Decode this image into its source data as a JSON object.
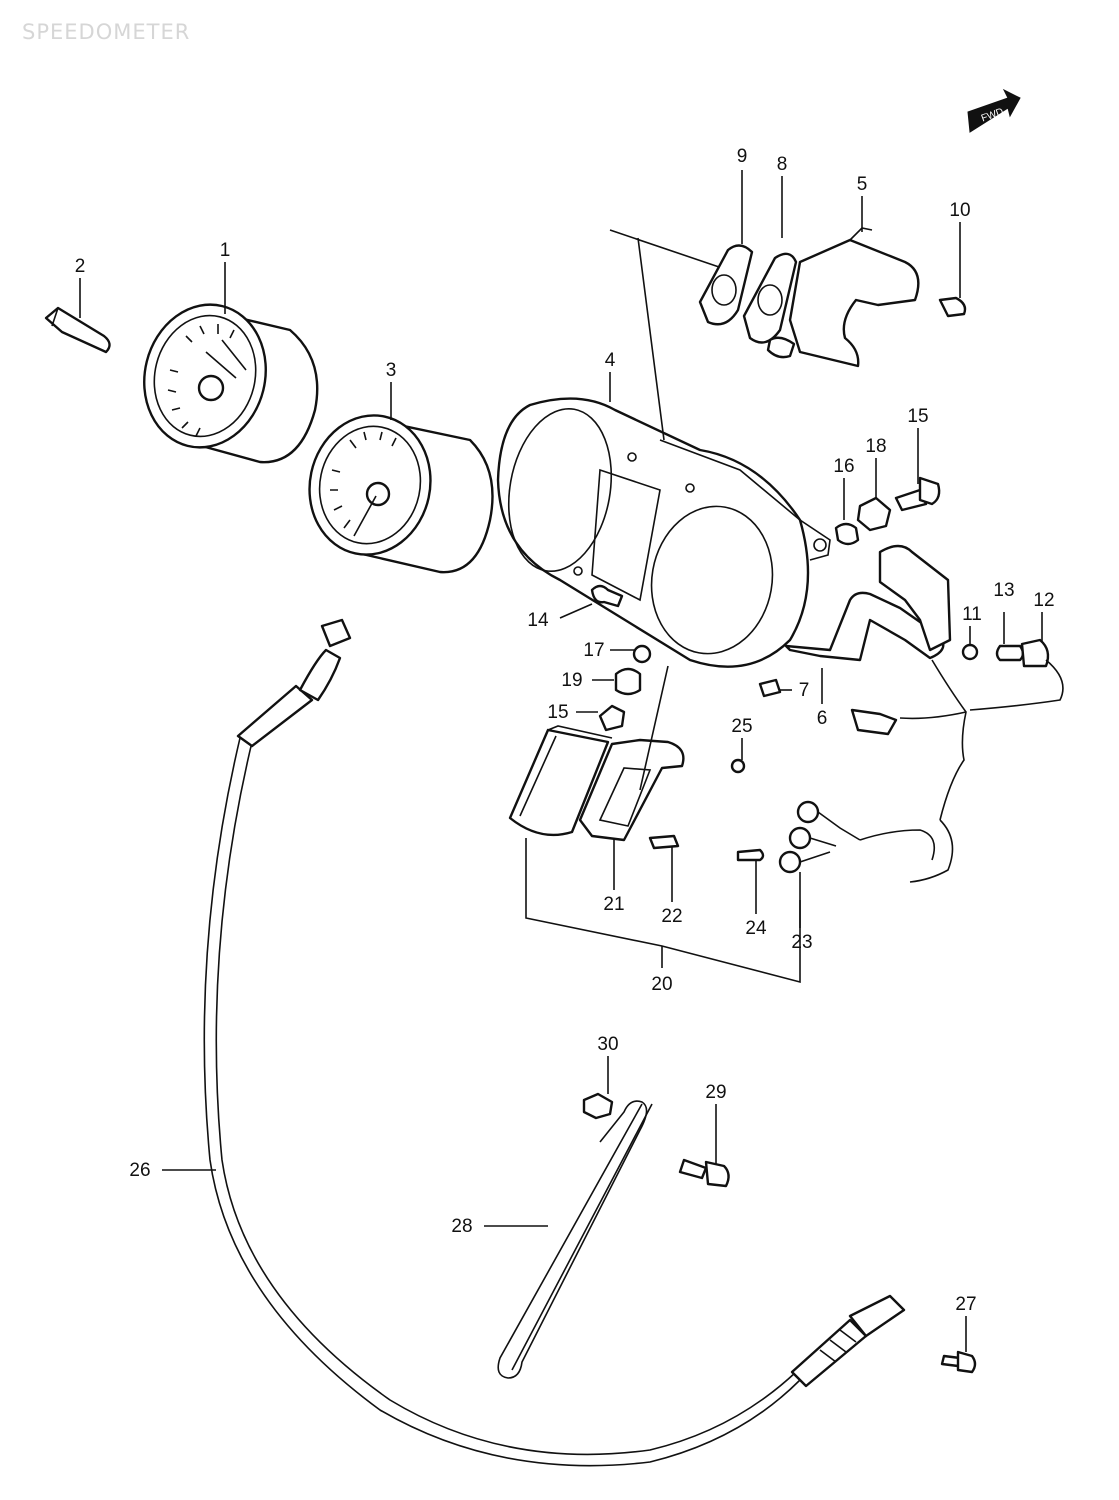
{
  "title": "SPEEDOMETER",
  "direction_marker": "FWD",
  "callouts": [
    "1",
    "2",
    "3",
    "4",
    "5",
    "6",
    "7",
    "8",
    "9",
    "10",
    "11",
    "12",
    "13",
    "14",
    "15",
    "15",
    "16",
    "17",
    "18",
    "19",
    "20",
    "21",
    "22",
    "23",
    "24",
    "25",
    "26",
    "27",
    "28",
    "29",
    "30"
  ]
}
